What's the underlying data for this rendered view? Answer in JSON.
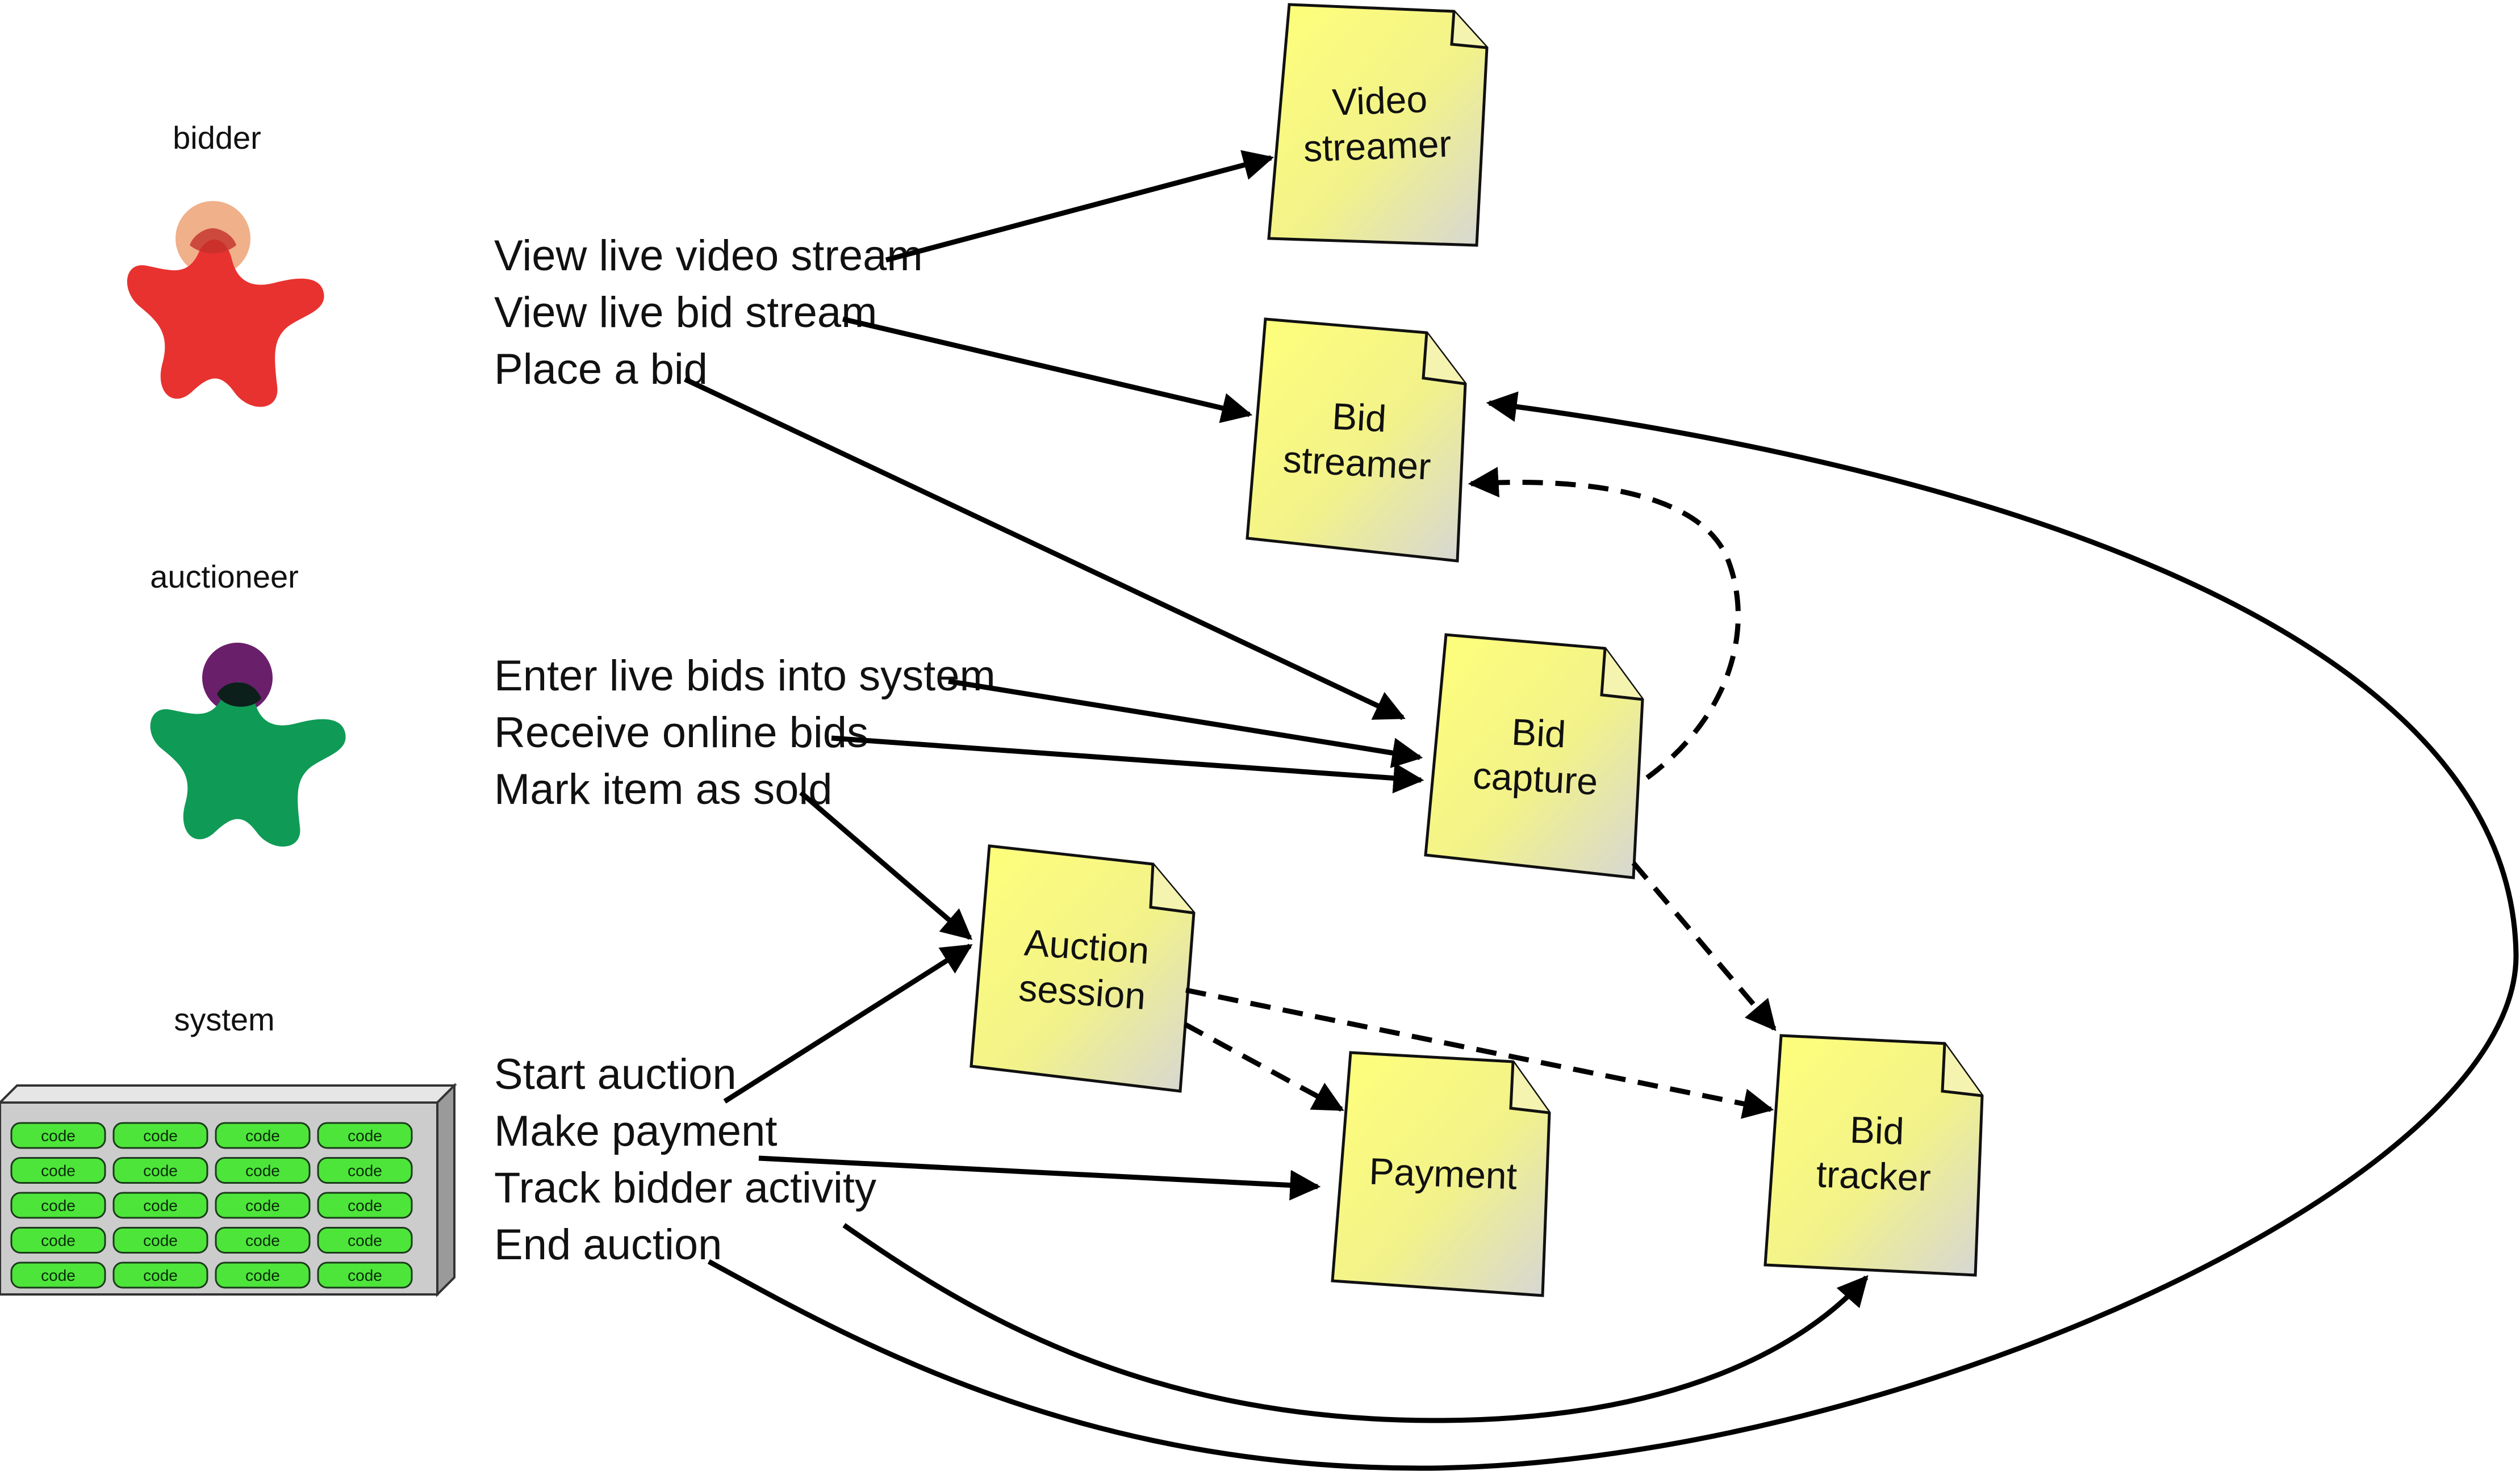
{
  "actors": {
    "bidder": {
      "label": "bidder",
      "color": "#e8322f",
      "head_color": "#f0b08a"
    },
    "auctioneer": {
      "label": "auctioneer",
      "color": "#0f9b56",
      "head_color": "#6a1f6b"
    },
    "system": {
      "label": "system",
      "code_label": "code",
      "chip_color": "#4de53a",
      "box_color": "#cccccc"
    }
  },
  "actions": {
    "bidder": [
      "View live video stream",
      "View live bid stream",
      "Place a bid"
    ],
    "auctioneer": [
      "Enter live bids into system",
      "Receive online bids",
      "Mark item as sold"
    ],
    "system": [
      "Start auction",
      "Make payment",
      "Track bidder activity",
      "End auction"
    ]
  },
  "components": {
    "video_streamer": [
      "Video",
      "streamer"
    ],
    "bid_streamer": [
      "Bid",
      "streamer"
    ],
    "bid_capture": [
      "Bid",
      "capture"
    ],
    "auction_session": [
      "Auction",
      "session"
    ],
    "payment": [
      "Payment"
    ],
    "bid_tracker": [
      "Bid",
      "tracker"
    ]
  },
  "colors": {
    "note_light": "#ffff7a",
    "note_dark": "#d8d8d8",
    "note_border": "#111111"
  }
}
